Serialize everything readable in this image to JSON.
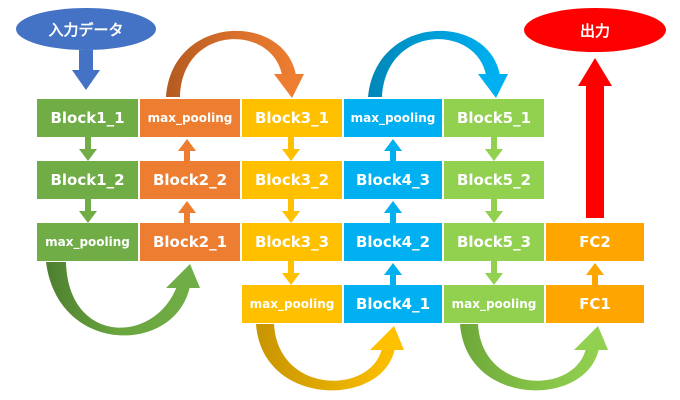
{
  "labels": {
    "input": "入力データ",
    "output": "出力",
    "b1_1": "Block1_1",
    "b1_2": "Block1_2",
    "mp1": "max_pooling",
    "mp2": "max_pooling",
    "b2_2": "Block2_2",
    "b2_1": "Block2_1",
    "b3_1": "Block3_1",
    "b3_2": "Block3_2",
    "b3_3": "Block3_3",
    "mp3": "max_pooling",
    "mp4": "max_pooling",
    "b4_3": "Block4_3",
    "b4_2": "Block4_2",
    "b4_1": "Block4_1",
    "b5_1": "Block5_1",
    "b5_2": "Block5_2",
    "b5_3": "Block5_3",
    "mp5": "max_pooling",
    "fc2": "FC2",
    "fc1": "FC1"
  },
  "colors": {
    "block1": "#70ad47",
    "block2": "#ed7d31",
    "block3": "#ffc000",
    "block4": "#00b0f0",
    "block5": "#92d050",
    "fc": "#ffa500",
    "input": "#4472c4",
    "output": "#ff0000"
  }
}
